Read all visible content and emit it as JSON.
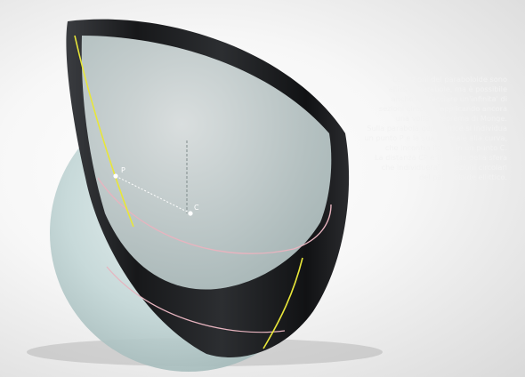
{
  "caption_lines": [
    "Le sezioni del paraboloide sono",
    "ellissi e parabole, ma  è  possibile",
    "anche rintracciare un'infinita' di",
    "sezioni circolari, applicando ancora",
    "una volta il teorema di Monge.",
    "Sulla parabola generatrice si individua",
    "un punto P e la sua normale alla curva,",
    "che incontra l'asse in un punto C.",
    "La distanza CP  è  il raggio della sfera",
    "che individuera' le sezioni circolari",
    "del paraboloide ellittico."
  ],
  "labels": {
    "point_p": "P",
    "point_c": "C"
  },
  "colors": {
    "background": "#f2f2f2",
    "surface_dark": "#1e1f22",
    "sphere": "#b8cfcf",
    "parabola": "#e8e63a",
    "circle_section": "#e7b4bf",
    "caption_text": "#f2f2f2"
  }
}
